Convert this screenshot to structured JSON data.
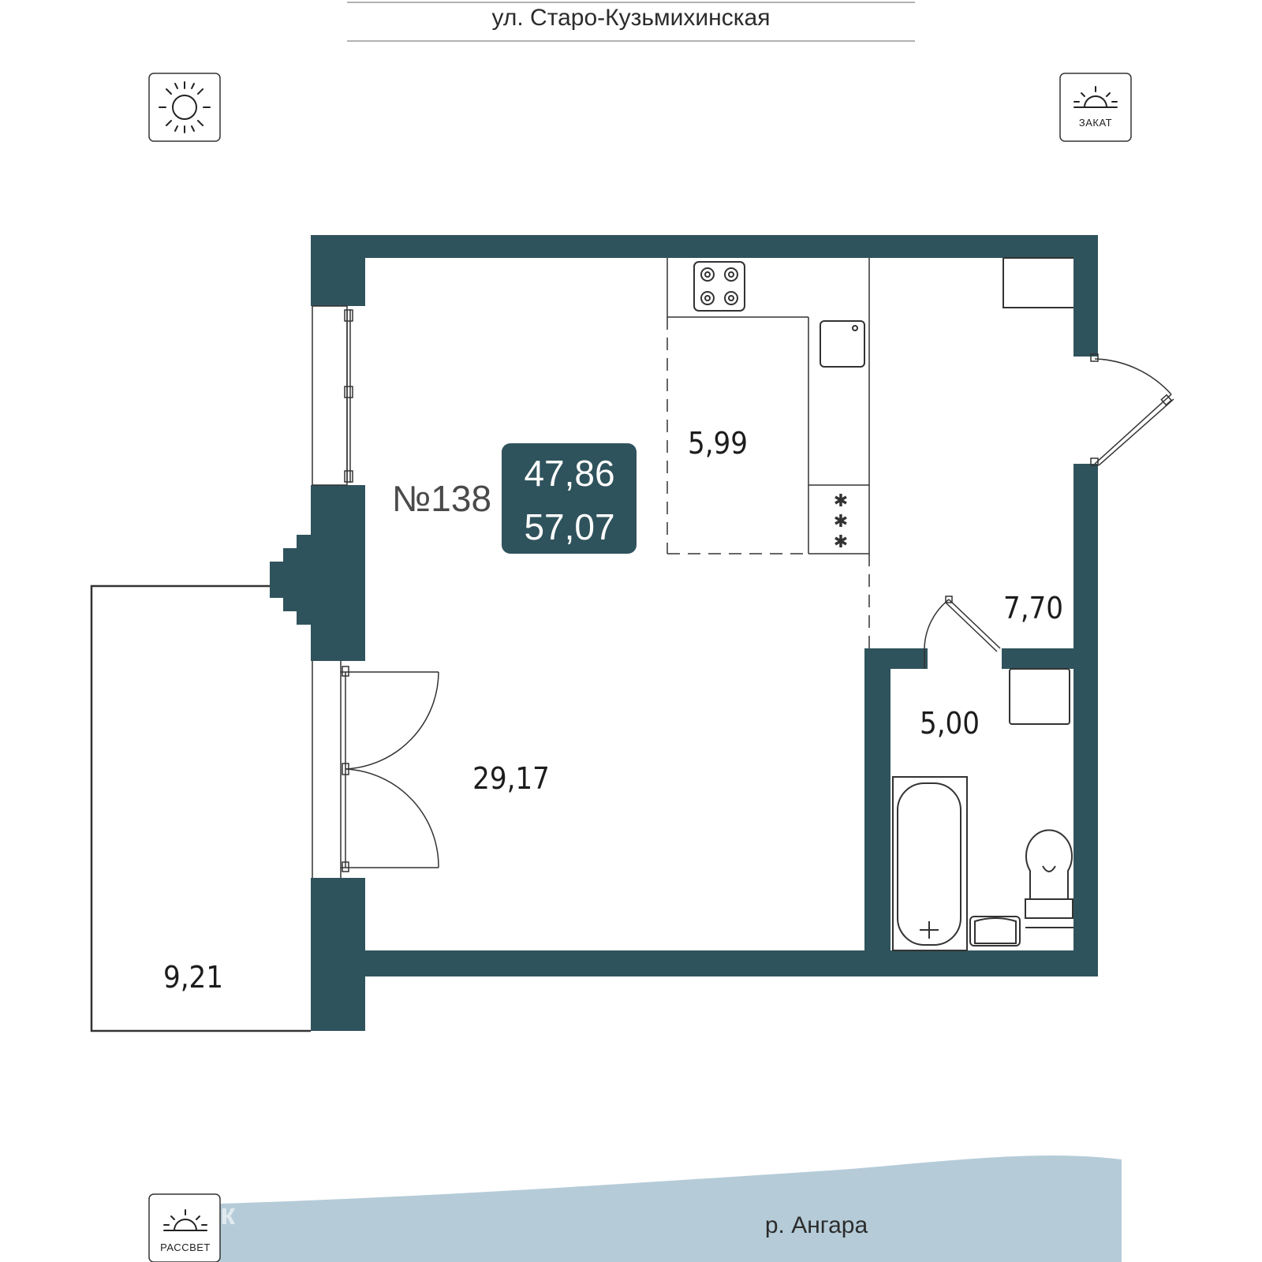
{
  "street": {
    "label": "ул. Старо-Кузьмихинская"
  },
  "sun_buttons": {
    "top_left": {
      "icon": "sun-icon",
      "caption": ""
    },
    "top_right": {
      "icon": "sunset-icon",
      "caption": "ЗАКАТ"
    },
    "bottom_left": {
      "icon": "sunrise-icon",
      "caption": "РАССВЕТ"
    }
  },
  "apartment": {
    "number": "№138",
    "living_area": "47,86",
    "total_area": "57,07"
  },
  "rooms": {
    "kitchen": "5,99",
    "living_room": "29,17",
    "hallway": "7,70",
    "bathroom": "5,00",
    "balcony": "9,21"
  },
  "river": {
    "label": "р. Ангара"
  },
  "watermark": {
    "label": "ДомКлик"
  },
  "colors": {
    "wall": "#2f535c",
    "badge": "#2f535c",
    "river": "#b5ccd8",
    "line": "#333333"
  }
}
